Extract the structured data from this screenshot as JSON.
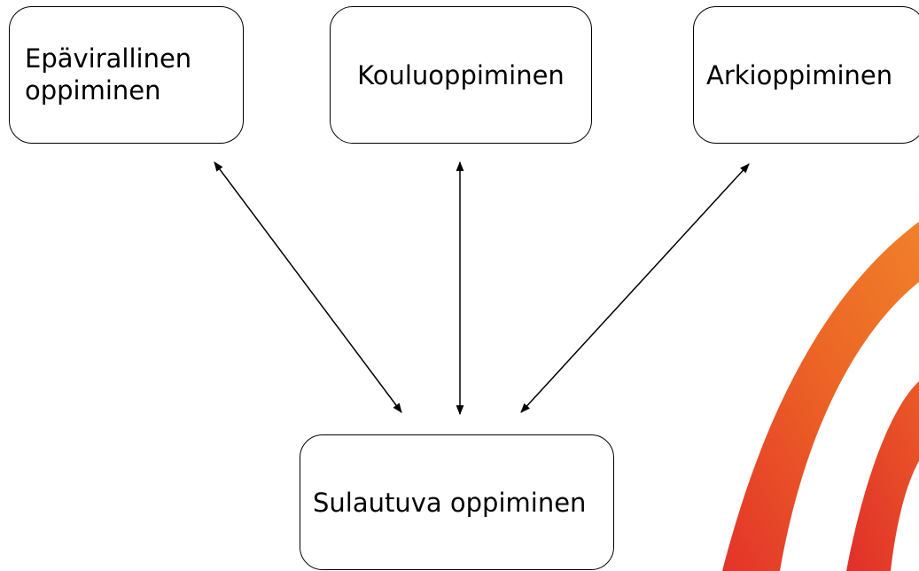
{
  "nodes": {
    "epavirallinen": "Epävirallinen oppiminen",
    "koulu": "Kouluoppiminen",
    "arki": "Arkioppiminen",
    "sulautuva": "Sulautuva oppiminen"
  },
  "colors": {
    "swirl_outer": "#f07a24",
    "swirl_inner": "#e3332a",
    "stroke": "#000000"
  },
  "decorations": {
    "swirl": "orange-red-swirl-logo"
  }
}
